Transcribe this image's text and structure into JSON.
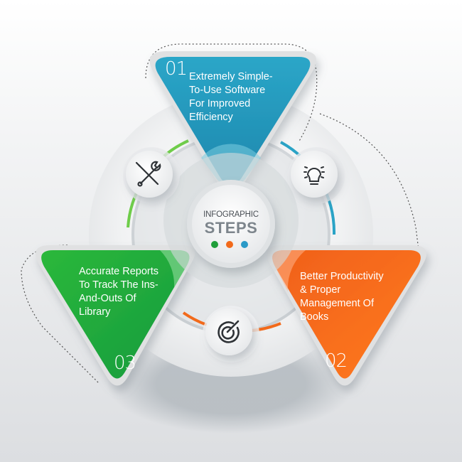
{
  "center": {
    "title": "INFOGRAPHIC",
    "subtitle": "STEPS",
    "dots": [
      "#1f9e3a",
      "#f26a1b",
      "#2a9ac7"
    ]
  },
  "steps": [
    {
      "number": "01",
      "text": "Extremely Simple-\nTo-Use Software\nFor Improved\nEfficiency",
      "color": "#2aa3c6",
      "position": "top",
      "icon": "lightbulb-icon"
    },
    {
      "number": "02",
      "text": "Better Productivity\n& Proper\nManagement Of\nBooks",
      "color": "#f36c1c",
      "position": "bottom-right",
      "icon": "target-icon"
    },
    {
      "number": "03",
      "text": "Accurate Reports\nTo Track The Ins-\nAnd-Outs Of\nLibrary",
      "color": "#22a83a",
      "position": "bottom-left",
      "icon": "tools-icon"
    }
  ],
  "icons": [
    {
      "name": "tools-icon",
      "label": "wrench and screwdriver"
    },
    {
      "name": "lightbulb-icon",
      "label": "lightbulb"
    },
    {
      "name": "target-icon",
      "label": "target"
    }
  ],
  "colors": {
    "blue": "#2aa3c6",
    "orange": "#f36c1c",
    "green": "#22a83a",
    "gray_text": "#7d858c"
  }
}
